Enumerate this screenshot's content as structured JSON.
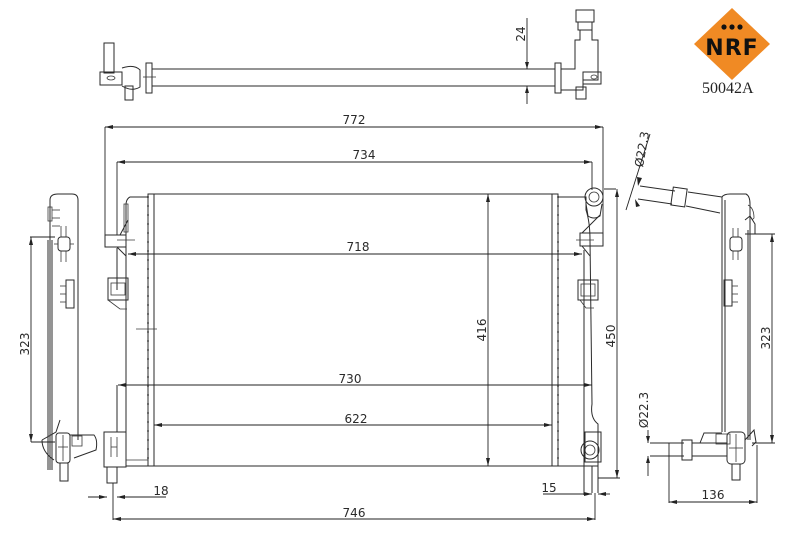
{
  "brand": {
    "name": "NRF",
    "logo_color": "#f08a24",
    "logo_text_color": "#111111"
  },
  "part_number": "50042A",
  "drawing": {
    "title": "Radiator technical drawing",
    "dimensions": {
      "top_view_tube_diameter": "24",
      "overall_width": "772",
      "bracket_width": "734",
      "core_width_top": "718",
      "core_width_lower": "730",
      "core_width_inner": "622",
      "core_height": "416",
      "overall_height": "450",
      "left_side_height": "323",
      "right_side_height": "323",
      "left_pin_offset": "18",
      "right_pin_offset": "15",
      "pin_spacing": "746",
      "upper_pipe_diameter": "Ø22.3",
      "lower_pipe_diameter": "Ø22.3",
      "side_depth": "136"
    }
  }
}
